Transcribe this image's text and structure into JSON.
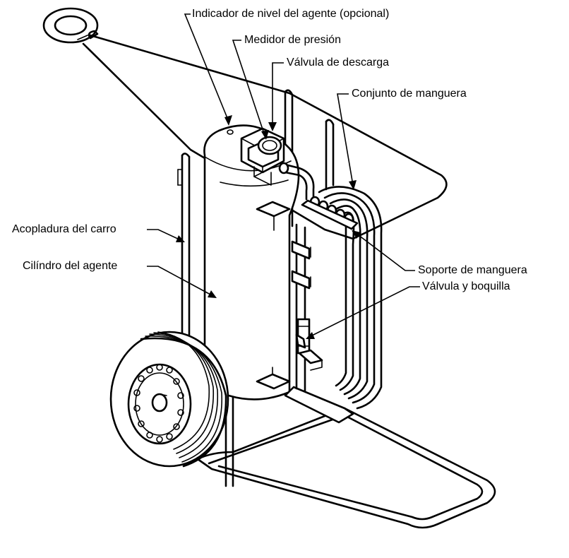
{
  "figure": {
    "labels": {
      "level_indicator": "Indicador de nivel del agente (opcional)",
      "pressure_gauge": "Medidor de presión",
      "discharge_valve": "Válvula de descarga",
      "hose_assembly": "Conjunto de manguera",
      "cart_coupling": "Acopladura del carro",
      "agent_cylinder": "Cilíndro del agente",
      "hose_support": "Soporte de manguera",
      "valve_nozzle": "Válvula y boquilla"
    },
    "colors": {
      "line": "#000000",
      "background": "#ffffff"
    }
  }
}
